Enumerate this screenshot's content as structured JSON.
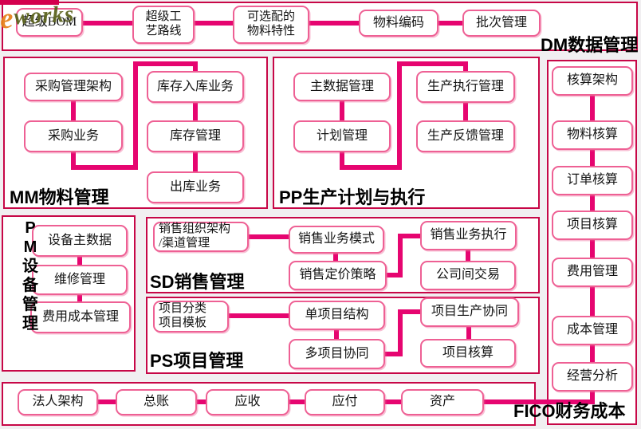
{
  "colors": {
    "panel_border": "#c70747",
    "node_border": "#ee6094",
    "connector": "#e60570",
    "text": "#141414",
    "watermark_orange": "#e6821e",
    "watermark_olive": "#5c641f",
    "background": "#f1eff1"
  },
  "dm": {
    "label": "DM数据管理",
    "nodes": {
      "super_bom": "超级BOM",
      "super_routing": "超级工\n艺路线",
      "configurable_material": "可选配的\n物料特性",
      "material_code": "物料编码",
      "batch_mgmt": "批次管理"
    }
  },
  "mm": {
    "label": "MM物料管理",
    "nodes": {
      "purchase_org": "采购管理架构",
      "purchase_biz": "采购业务",
      "inbound": "库存入库业务",
      "inventory": "库存管理",
      "outbound": "出库业务"
    }
  },
  "pp": {
    "label": "PP生产计划与执行",
    "nodes": {
      "master_data": "主数据管理",
      "plan": "计划管理",
      "prod_exec": "生产执行管理",
      "prod_feedback": "生产反馈管理"
    }
  },
  "pm": {
    "label": "P\nM\n设\n备\n管\n理",
    "nodes": {
      "equip_master": "设备主数据",
      "maintenance": "维修管理",
      "expense_cost": "费用成本管理"
    }
  },
  "sd": {
    "label": "SD销售管理",
    "nodes": {
      "sales_org": "销售组织架构\n/渠道管理",
      "sales_mode": "销售业务模式",
      "pricing": "销售定价策略",
      "sales_exec": "销售业务执行",
      "interco": "公司间交易"
    }
  },
  "ps": {
    "label": "PS项目管理",
    "nodes": {
      "proj_class": "项目分类\n项目模板",
      "single_proj": "单项目结构",
      "multi_proj": "多项目协同",
      "proj_prod": "项目生产协同",
      "proj_acct": "项目核算"
    }
  },
  "fico": {
    "label": "FICO财务成本",
    "right_nodes": {
      "acct_arch": "核算架构",
      "material_acct": "物料核算",
      "order_acct": "订单核算",
      "project_acct": "项目核算",
      "expense": "费用管理",
      "cost": "成本管理",
      "biz_analysis": "经营分析"
    },
    "bottom_nodes": {
      "legal": "法人架构",
      "gl": "总账",
      "ar": "应收",
      "ap": "应付",
      "assets": "资产"
    }
  },
  "watermark": {
    "swirl": "e",
    "word": "works"
  }
}
